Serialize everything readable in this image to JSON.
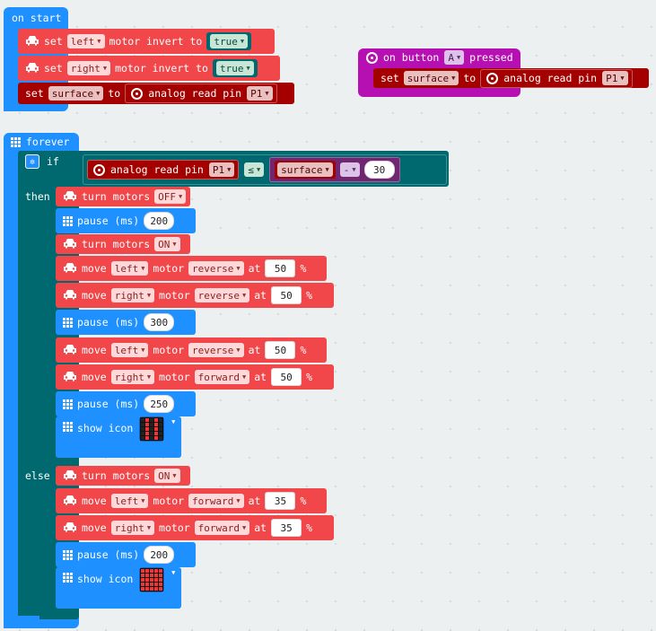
{
  "colors": {
    "basic": "#1e90ff",
    "motor": "#f2474a",
    "pins": "#a40000",
    "variable": "#a40000",
    "logic": "#006970",
    "math": "#712672",
    "input": "#b610b3"
  },
  "on_start": {
    "hat": "on start",
    "rows": [
      {
        "set": "set",
        "motor": "left",
        "text": "motor invert to",
        "value": "true"
      },
      {
        "set": "set",
        "motor": "right",
        "text": "motor invert to",
        "value": "true"
      }
    ],
    "var_set": {
      "set": "set",
      "var": "surface",
      "to": "to",
      "read": "analog read pin",
      "pin": "P1"
    }
  },
  "on_button": {
    "hat_pre": "on button",
    "button": "A",
    "hat_post": "pressed",
    "var_set": {
      "set": "set",
      "var": "surface",
      "to": "to",
      "read": "analog read pin",
      "pin": "P1"
    }
  },
  "forever": {
    "hat": "forever",
    "if_label": "if",
    "condition": {
      "read": "analog read pin",
      "pin": "P1",
      "op": "≤",
      "var": "surface",
      "math_op": "-",
      "amount": "30"
    },
    "then_label": "then",
    "else_label": "else",
    "then_stmts": [
      {
        "kind": "turn",
        "text": "turn motors",
        "state": "OFF"
      },
      {
        "kind": "pause",
        "text": "pause (ms)",
        "value": "200"
      },
      {
        "kind": "turn",
        "text": "turn motors",
        "state": "ON"
      },
      {
        "kind": "move",
        "move": "move",
        "motor": "left",
        "motor_text": "motor",
        "dir": "reverse",
        "at": "at",
        "value": "50",
        "pct": "%"
      },
      {
        "kind": "move",
        "move": "move",
        "motor": "right",
        "motor_text": "motor",
        "dir": "reverse",
        "at": "at",
        "value": "50",
        "pct": "%"
      },
      {
        "kind": "pause",
        "text": "pause (ms)",
        "value": "300"
      },
      {
        "kind": "move",
        "move": "move",
        "motor": "left",
        "motor_text": "motor",
        "dir": "reverse",
        "at": "at",
        "value": "50",
        "pct": "%"
      },
      {
        "kind": "move",
        "move": "move",
        "motor": "right",
        "motor_text": "motor",
        "dir": "forward",
        "at": "at",
        "value": "50",
        "pct": "%"
      },
      {
        "kind": "pause",
        "text": "pause (ms)",
        "value": "250"
      },
      {
        "kind": "icon",
        "text": "show icon",
        "pattern": [
          0,
          1,
          0,
          1,
          0,
          0,
          1,
          0,
          1,
          0,
          0,
          1,
          0,
          1,
          0,
          0,
          1,
          0,
          1,
          0,
          0,
          1,
          0,
          1,
          0
        ]
      }
    ],
    "else_stmts": [
      {
        "kind": "turn",
        "text": "turn motors",
        "state": "ON"
      },
      {
        "kind": "move",
        "move": "move",
        "motor": "left",
        "motor_text": "motor",
        "dir": "forward",
        "at": "at",
        "value": "35",
        "pct": "%"
      },
      {
        "kind": "move",
        "move": "move",
        "motor": "right",
        "motor_text": "motor",
        "dir": "forward",
        "at": "at",
        "value": "35",
        "pct": "%"
      },
      {
        "kind": "pause",
        "text": "pause (ms)",
        "value": "200"
      },
      {
        "kind": "icon",
        "text": "show icon",
        "pattern": [
          1,
          1,
          1,
          1,
          1,
          1,
          1,
          1,
          1,
          1,
          1,
          1,
          1,
          1,
          1,
          1,
          1,
          1,
          1,
          1,
          1,
          1,
          1,
          1,
          1
        ]
      }
    ]
  }
}
